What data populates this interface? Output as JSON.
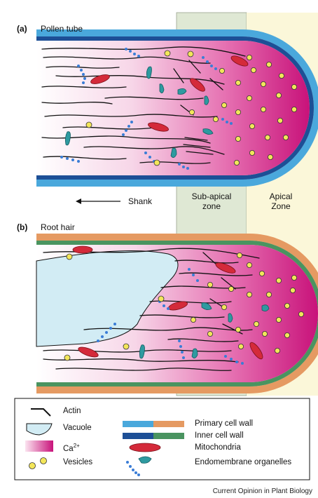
{
  "panel_a": {
    "letter": "(a)",
    "title": "Pollen tube"
  },
  "panel_b": {
    "letter": "(b)",
    "title": "Root hair"
  },
  "zones": {
    "shank": "Shank",
    "subapical": "Sub-apical\nzone",
    "apical": "Apical\nZone"
  },
  "legend": {
    "actin": "Actin",
    "vacuole": "Vacuole",
    "ca": "Ca",
    "ca_sup": "2+",
    "vesicles": "Vesicles",
    "primary_wall": "Primary cell wall",
    "inner_wall": "Inner cell wall",
    "mitochondria": "Mitochondria",
    "endomembrane": "Endomembrane organelles"
  },
  "credit": "Current Opinion in Plant Biology",
  "colors": {
    "subapical_band": "#dfe8d4",
    "apical_band": "#fbf7d9",
    "pollen_primary_wall": "#4aa8dc",
    "pollen_inner_wall": "#1d4f96",
    "root_primary_wall": "#e59a62",
    "root_inner_wall": "#4a9460",
    "calcium_high": "#c8127a",
    "calcium_low": "#fbe4f0",
    "vacuole": "#d2ecf4",
    "mitochondria": "#d42a3a",
    "endomembrane": "#2e9aa0",
    "vesicle": "#f3e65a",
    "endomembrane_dots": "#3a7dd6"
  }
}
